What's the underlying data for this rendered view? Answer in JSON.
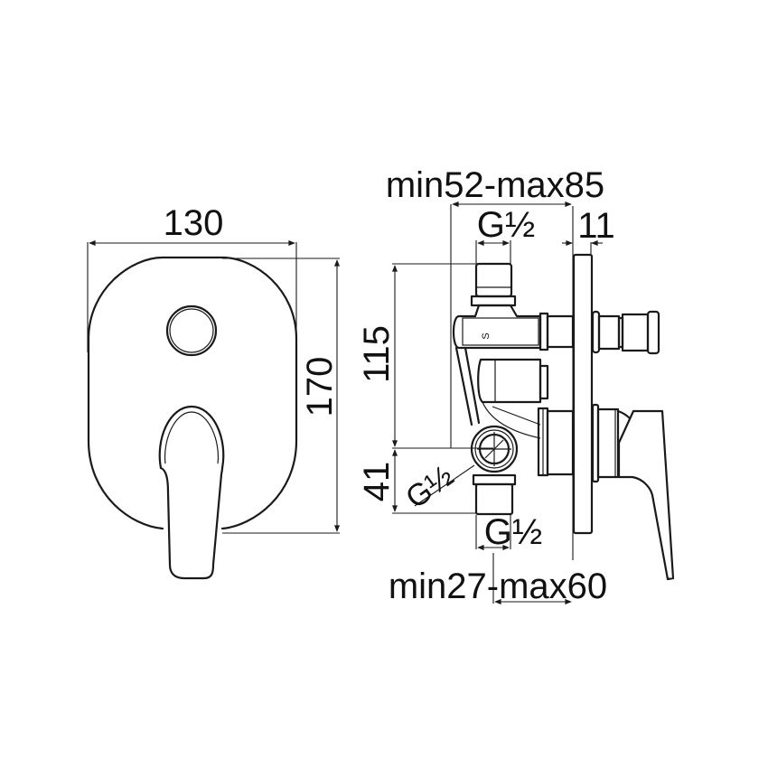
{
  "drawing": {
    "subject": "Concealed shower mixer with diverter – front and side view",
    "front_view": {
      "width_dim": "130",
      "height_dim": "170"
    },
    "side_view": {
      "depth_range_top": "min52-max85",
      "thread_top": "G½",
      "plate_thickness": "11",
      "height_upper": "115",
      "height_lower": "41",
      "thread_side": "G½",
      "thread_bottom": "G½",
      "depth_range_bottom": "min27-max60",
      "body_mark": "S"
    },
    "colors": {
      "line": "#1a1a1a",
      "background": "#ffffff"
    }
  }
}
